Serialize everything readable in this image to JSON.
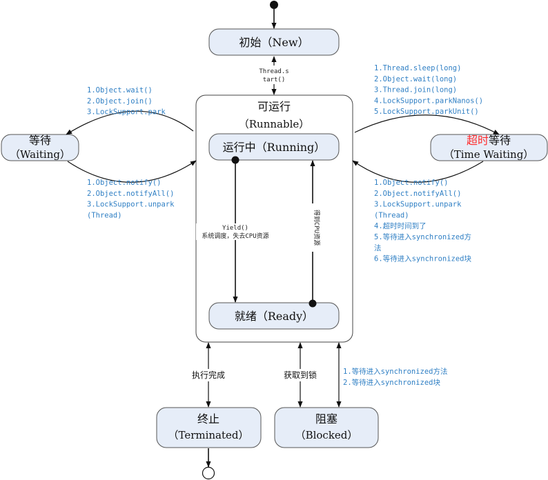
{
  "states": {
    "new": "初始（New）",
    "runnable_title": "可运行",
    "runnable_sub": "（Runnable）",
    "running": "运行中（Running）",
    "ready": "就绪（Ready）",
    "waiting_1": "等待",
    "waiting_2": "（Waiting）",
    "timed_red": "超时",
    "timed_rest": "等待",
    "timed_2": "（Time Waiting）",
    "terminated_1": "终止",
    "terminated_2": "（Terminated）",
    "blocked_1": "阻塞",
    "blocked_2": "（Blocked）"
  },
  "labels": {
    "thread_start_1": "Thread.s",
    "thread_start_2": "tart()",
    "yield_1": "Yield()",
    "yield_2": "系统调度，失去CPU资源",
    "get_cpu": "得到CPU资源",
    "finish": "执行完成",
    "acquire_lock": "获取到锁"
  },
  "notes": {
    "to_waiting": [
      "1.Object.wait()",
      "2.Object.join()",
      "3.LockSupport.park"
    ],
    "from_waiting": [
      "1.Object.notify()",
      "2.Object.notifyAll()",
      "3.LockSupport.unpark",
      "(Thread)"
    ],
    "to_timed": [
      "1.Thread.sleep(long)",
      "2.Object.wait(long)",
      "3.Thread.join(long)",
      "4.LockSupport.parkNanos()",
      "5.LockSupport.parkUnit()"
    ],
    "from_timed": [
      "1.Object.notify()",
      "2.Object.notifyAll()",
      "3.LockSupport.unpark",
      "(Thread)",
      "4.超时时间到了",
      "5.等待进入synchronized方",
      "法",
      "6.等待进入synchronized块"
    ],
    "to_blocked": [
      "1.等待进入synchronized方法",
      "2.等待进入synchronized块"
    ]
  }
}
